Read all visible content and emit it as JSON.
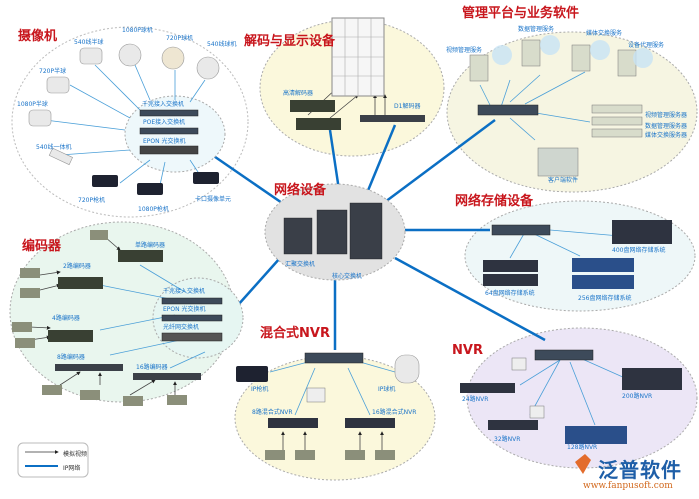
{
  "sections": {
    "cameras": "摄像机",
    "decode_display": "解码与显示设备",
    "management": "管理平台与业务软件",
    "network": "网络设备",
    "storage": "网络存储设备",
    "encoders": "编码器",
    "hybrid_nvr": "混合式NVR",
    "nvr": "NVR"
  },
  "cameras": {
    "items": [
      "540线半球",
      "1080P球机",
      "720P球机",
      "540线球机",
      "720P半球",
      "1080P半球",
      "540线一体机",
      "720P枪机",
      "1080P枪机",
      "卡口摄像单元"
    ],
    "switches": [
      "千兆接入交换机",
      "POE接入交换机",
      "EPON 光交换机"
    ]
  },
  "decode_display": {
    "items": [
      "高清解码器",
      "D1解码器"
    ]
  },
  "management": {
    "services": [
      "视频管理服务",
      "数据管理服务",
      "媒体交换服务",
      "设备代理服务"
    ],
    "servers": [
      "视频管理服务器",
      "数据管理服务器",
      "媒体交换服务器"
    ],
    "client": "客户端软件"
  },
  "network": {
    "items": [
      "汇聚交换机",
      "核心交换机"
    ]
  },
  "encoders": {
    "items": [
      "单路编码器",
      "2路编码器",
      "4路编码器",
      "8路编码器",
      "16路编码器"
    ],
    "switches": [
      "千兆接入交换机",
      "EPON 光交换机",
      "光纤网交换机"
    ]
  },
  "hybrid_nvr": {
    "items": [
      "IP枪机",
      "IP球机",
      "8路混合式NVR",
      "16路混合式NVR"
    ]
  },
  "storage": {
    "items": [
      "400盘网络存储系统",
      "64盘网络存储系统",
      "256盘网络存储系统"
    ]
  },
  "nvr": {
    "items": [
      "24路NVR",
      "200路NVR",
      "32路NVR",
      "128路NVR"
    ]
  },
  "legend": {
    "analog": "模拟视频",
    "ip": "IP网络"
  },
  "logo": {
    "name": "泛普软件",
    "url": "www.fanpusoft.com"
  },
  "colors": {
    "title": "#c8161d",
    "label": "#1a74c9",
    "ip_line": "#0b6fc4"
  }
}
